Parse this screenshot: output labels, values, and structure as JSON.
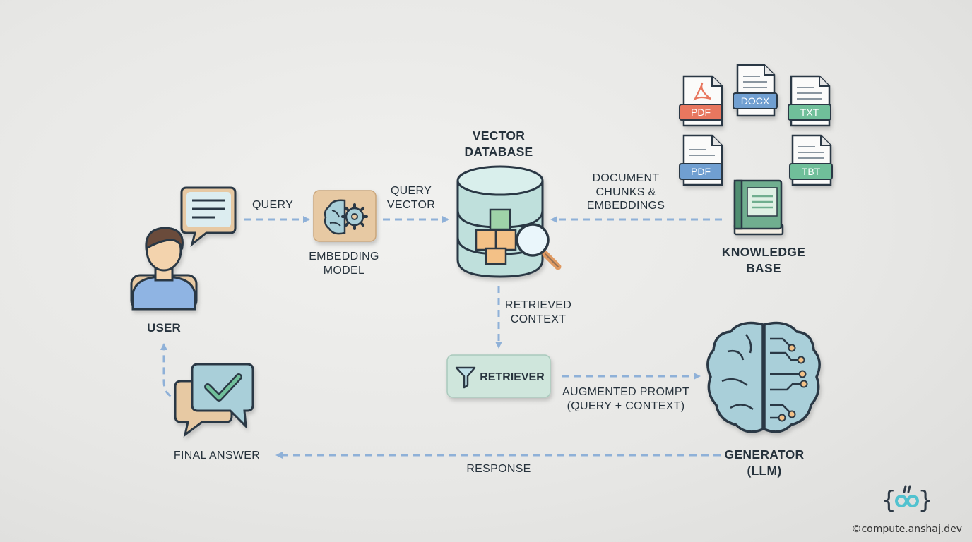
{
  "nodes": {
    "user": "USER",
    "embedding_model": [
      "EMBEDDING",
      "MODEL"
    ],
    "vector_database": [
      "VECTOR",
      "DATABASE"
    ],
    "knowledge_base": [
      "KNOWLEDGE",
      "BASE"
    ],
    "retriever": "RETRIEVER",
    "generator": [
      "GENERATOR",
      "(LLM)"
    ],
    "final_answer": "FINAL ANSWER"
  },
  "edges": {
    "query": "QUERY",
    "query_vector": [
      "QUERY",
      "VECTOR"
    ],
    "document_chunks": [
      "DOCUMENT",
      "CHUNKS &",
      "EMBEDDINGS"
    ],
    "retrieved_context": [
      "RETRIEVED",
      "CONTEXT"
    ],
    "augmented_prompt": [
      "AUGMENTED PROMPT",
      "(QUERY + CONTEXT)"
    ],
    "response": "RESPONSE"
  },
  "files": [
    "PDF",
    "DOCX",
    "TXT",
    "PDF",
    "TBT"
  ],
  "colors": {
    "arrow": "#8fb1d8",
    "pdf_red": "#e8775f",
    "doc_blue": "#6f9fd1",
    "txt_green": "#6fbf9a",
    "wood": "#e7c9a3",
    "teal": "#bfe0dc",
    "brain_blue": "#a9cfd9"
  },
  "credit": "©compute.anshaj.dev"
}
